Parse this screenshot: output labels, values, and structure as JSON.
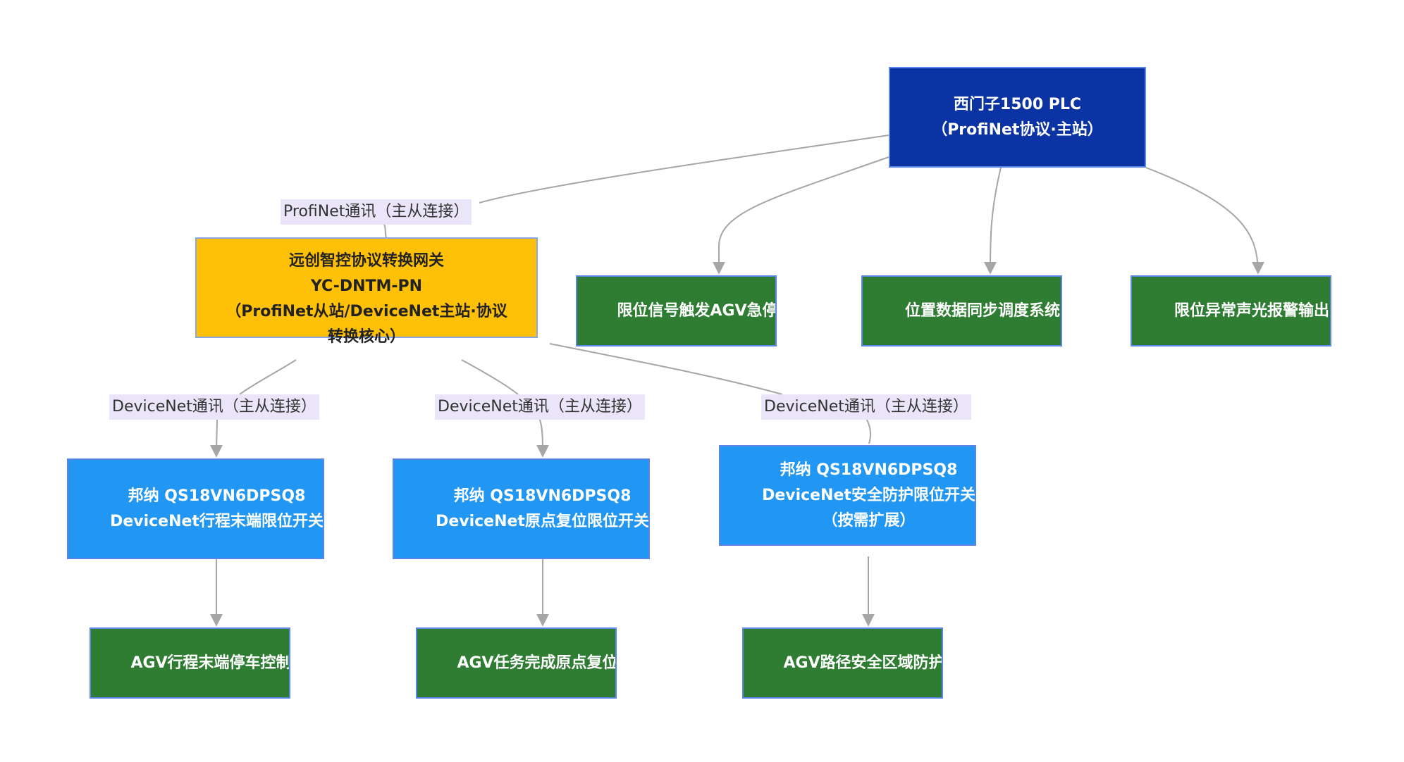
{
  "nodes": {
    "plc": {
      "lines": [
        "西门子1500 PLC",
        "（ProfiNet协议·主站）"
      ]
    },
    "gateway": {
      "lines": [
        "远创智控协议转换网关",
        "YC-DNTM-PN",
        "（ProfiNet从站/DeviceNet主站·协议",
        "转换核心）"
      ]
    },
    "plc_out_1": {
      "lines": [
        "限位信号触发AGV急停"
      ]
    },
    "plc_out_2": {
      "lines": [
        "位置数据同步调度系统"
      ]
    },
    "plc_out_3": {
      "lines": [
        "限位异常声光报警输出"
      ]
    },
    "switch_1": {
      "lines": [
        "邦纳 QS18VN6DPSQ8",
        "DeviceNet行程末端限位开关"
      ]
    },
    "switch_2": {
      "lines": [
        "邦纳 QS18VN6DPSQ8",
        "DeviceNet原点复位限位开关"
      ]
    },
    "switch_3": {
      "lines": [
        "邦纳 QS18VN6DPSQ8",
        "DeviceNet安全防护限位开关",
        "（按需扩展）"
      ]
    },
    "action_1": {
      "lines": [
        "AGV行程末端停车控制"
      ]
    },
    "action_2": {
      "lines": [
        "AGV任务完成原点复位"
      ]
    },
    "action_3": {
      "lines": [
        "AGV路径安全区域防护"
      ]
    }
  },
  "edge_labels": {
    "profinet": "ProfiNet通讯（主从连接）",
    "devicenet_1": "DeviceNet通讯（主从连接）",
    "devicenet_2": "DeviceNet通讯（主从连接）",
    "devicenet_3": "DeviceNet通讯（主从连接）"
  },
  "colors": {
    "plc_fill": "#0b33a3",
    "gateway_fill": "#ffc107",
    "switch_fill": "#2196f3",
    "output_fill": "#2e7d32",
    "edge_stroke": "#a6a6a6",
    "label_fill": "#e8e0f8"
  }
}
